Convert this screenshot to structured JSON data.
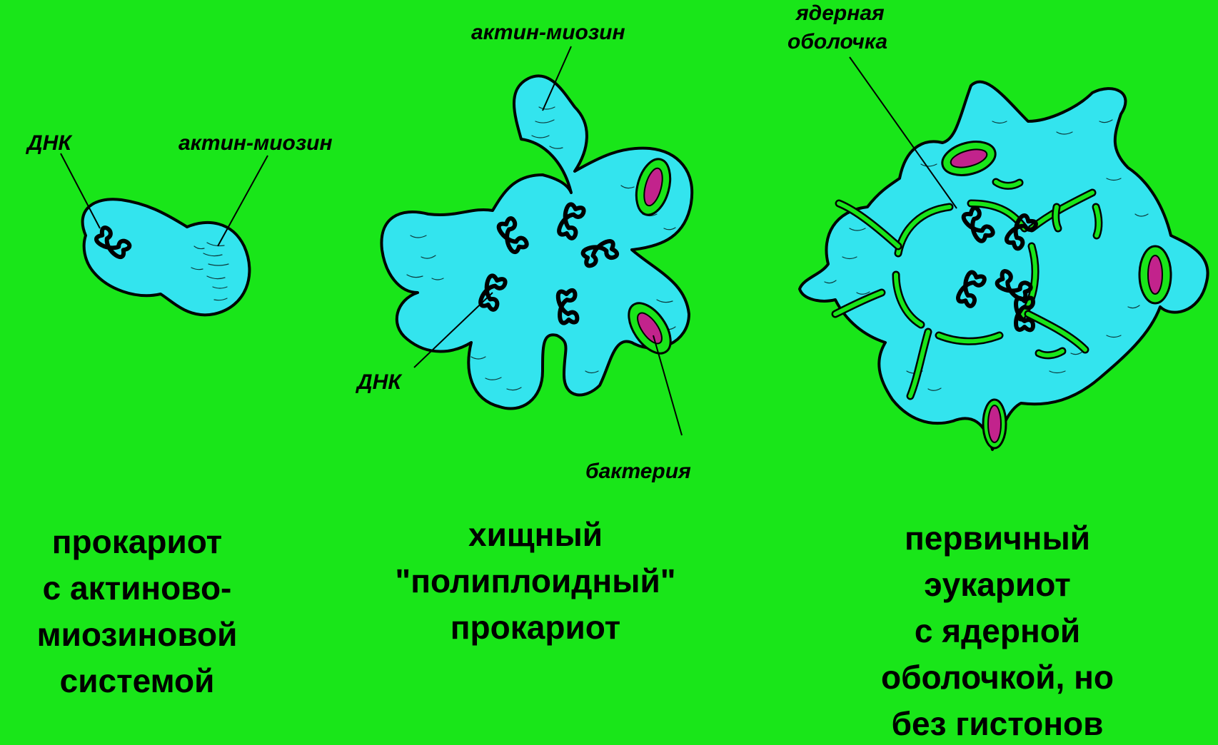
{
  "colors": {
    "background": "#19e619",
    "cytoplasm": "#33e4ee",
    "bacterium_body": "#c2238c",
    "outline": "#000000"
  },
  "panels": [
    {
      "labels": {
        "dna": "ДНК",
        "actin_myosin": "актин-миозин"
      },
      "caption": [
        "прокариот",
        "с актиново-",
        "миозиновой",
        "системой"
      ]
    },
    {
      "labels": {
        "actin_myosin": "актин-миозин",
        "dna": "ДНК",
        "bacterium": "бактерия"
      },
      "caption": [
        "хищный",
        "\"полиплоидный\"",
        "прокариот"
      ]
    },
    {
      "labels": {
        "nuclear_envelope": [
          "ядерная",
          "оболочка"
        ]
      },
      "caption": [
        "первичный",
        "эукариот",
        "с ядерной",
        "оболочкой, но",
        "без гистонов"
      ]
    }
  ]
}
